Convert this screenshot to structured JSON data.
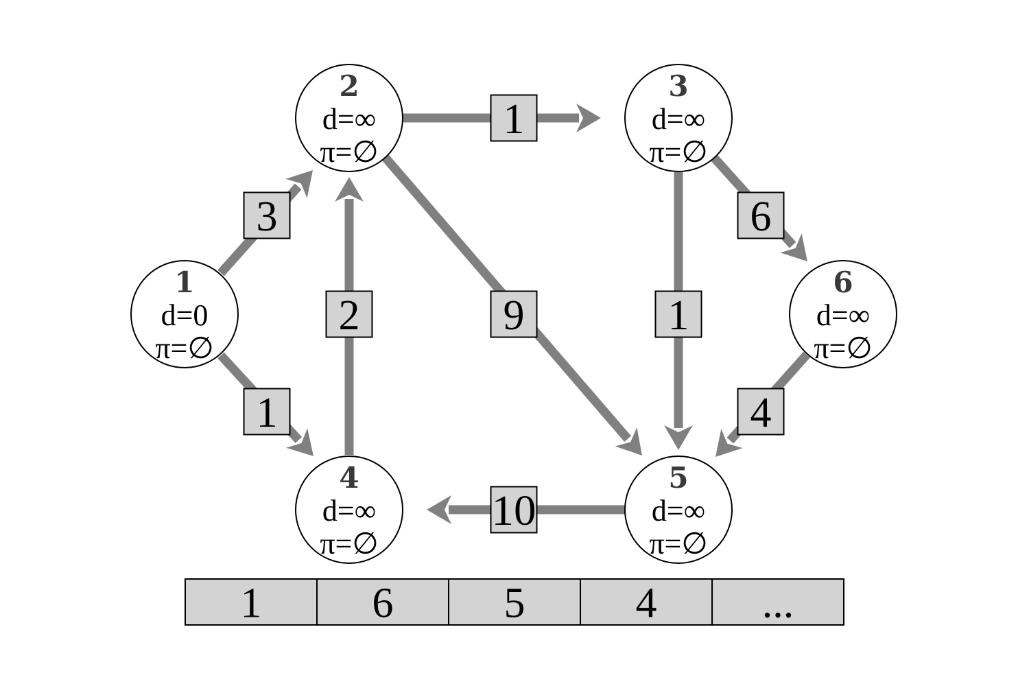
{
  "colors": {
    "edge": "#808080",
    "box_fill": "#d3d3d3",
    "node_fill": "#ffffff",
    "stroke": "#000000"
  },
  "nodes": [
    {
      "id": "1",
      "d": "d=0",
      "pi": "π=∅"
    },
    {
      "id": "2",
      "d": "d=∞",
      "pi": "π=∅"
    },
    {
      "id": "3",
      "d": "d=∞",
      "pi": "π=∅"
    },
    {
      "id": "4",
      "d": "d=∞",
      "pi": "π=∅"
    },
    {
      "id": "5",
      "d": "d=∞",
      "pi": "π=∅"
    },
    {
      "id": "6",
      "d": "d=∞",
      "pi": "π=∅"
    }
  ],
  "edges": [
    {
      "from": "1",
      "to": "2",
      "weight": "3"
    },
    {
      "from": "1",
      "to": "4",
      "weight": "1"
    },
    {
      "from": "4",
      "to": "2",
      "weight": "2"
    },
    {
      "from": "2",
      "to": "3",
      "weight": "1"
    },
    {
      "from": "2",
      "to": "5",
      "weight": "9"
    },
    {
      "from": "3",
      "to": "5",
      "weight": "1"
    },
    {
      "from": "3",
      "to": "6",
      "weight": "6"
    },
    {
      "from": "6",
      "to": "5",
      "weight": "4"
    },
    {
      "from": "5",
      "to": "4",
      "weight": "10"
    }
  ],
  "queue": [
    "1",
    "6",
    "5",
    "4",
    "..."
  ]
}
